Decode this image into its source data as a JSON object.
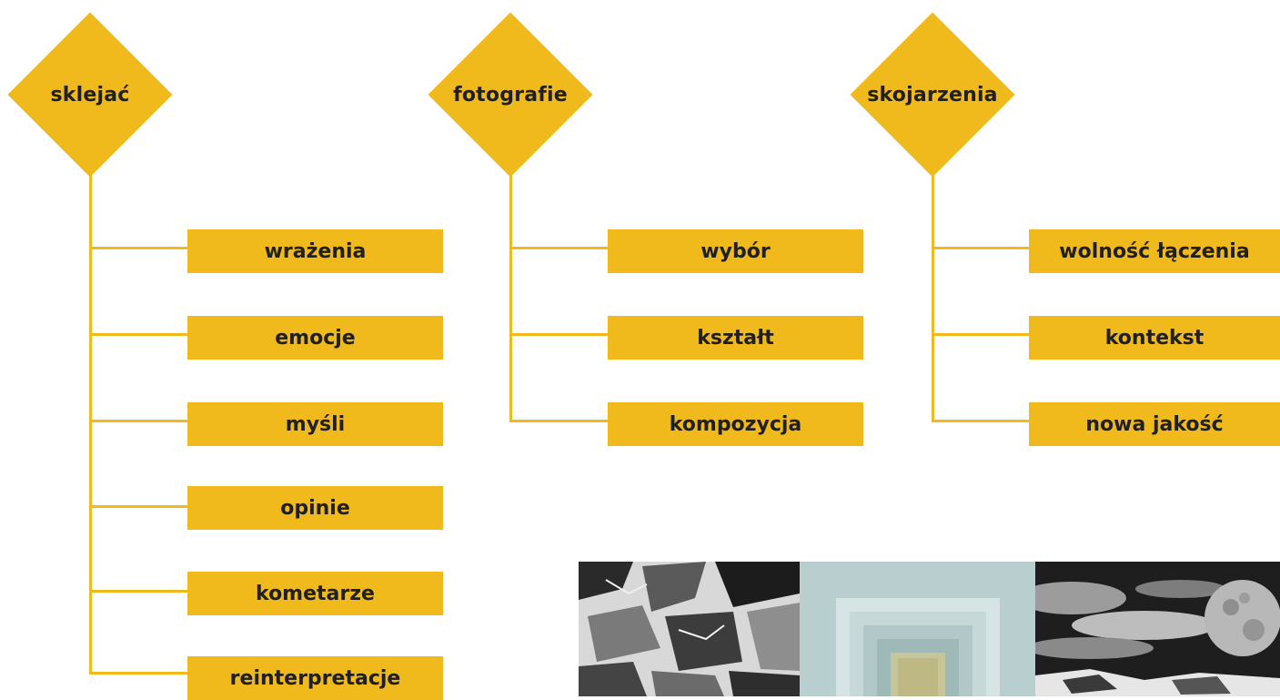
{
  "groups": [
    {
      "title": "sklejać",
      "items": [
        "wrażenia",
        "emocje",
        "myśli",
        "opinie",
        "kometarze",
        "reinterpretacje"
      ]
    },
    {
      "title": "fotografie",
      "items": [
        "wybór",
        "kształt",
        "kompozycja"
      ]
    },
    {
      "title": "skojarzenia",
      "items": [
        "wolność łączenia",
        "kontekst",
        "nowa jakość"
      ]
    }
  ],
  "colors": {
    "accent": "#F0BA1C",
    "text": "#202020"
  }
}
